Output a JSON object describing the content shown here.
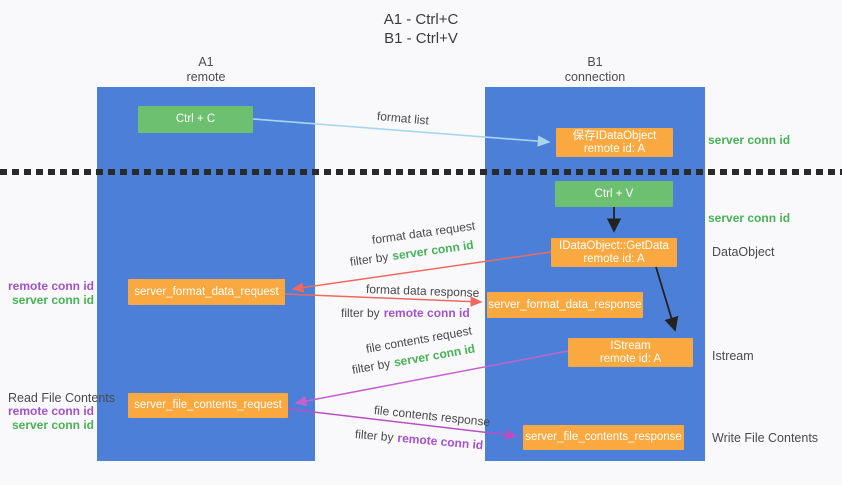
{
  "title": {
    "line1": "A1 - Ctrl+C",
    "line2": "B1 - Ctrl+V"
  },
  "lifelines": {
    "left": {
      "name": "A1",
      "subtitle": "remote"
    },
    "right": {
      "name": "B1",
      "subtitle": "connection"
    }
  },
  "nodes": {
    "ctrl_c": {
      "label": "Ctrl + C"
    },
    "save_idataobject": {
      "line1": "保存IDataObject",
      "line2": "remote id: A"
    },
    "ctrl_v": {
      "label": "Ctrl + V"
    },
    "getdata": {
      "line1": "IDataObject::GetData",
      "line2": "remote id: A"
    },
    "server_format_data_request": {
      "label": "server_format_data_request"
    },
    "server_format_data_response": {
      "label": "server_format_data_response"
    },
    "istream": {
      "line1": "IStream",
      "line2": "remote id: A"
    },
    "server_file_contents_request": {
      "label": "server_file_contents_request"
    },
    "server_file_contents_response": {
      "label": "server_file_contents_response"
    }
  },
  "edge_labels": {
    "format_list": "format list",
    "format_data_request": "format data request",
    "format_data_response": "format data response",
    "file_contents_request": "file contents request",
    "file_contents_response": "file contents response",
    "filter_by": "filter by",
    "server_conn_id": "server conn id",
    "remote_conn_id": "remote conn id"
  },
  "side_labels": {
    "server_conn_id_1": "server conn id",
    "server_conn_id_2": "server conn id",
    "dataobject": "DataObject",
    "istream": "Istream",
    "write_file_contents": "Write File Contents",
    "read_file_contents": "Read File Contents",
    "remote_conn_id": "remote conn id",
    "server_conn_id": "server conn id"
  },
  "colors": {
    "lifeline_blue": "#4c80d8",
    "node_green": "#6ec071",
    "node_orange": "#f9a93f",
    "conn_green": "#47b356",
    "conn_purple": "#a352cc",
    "arrow_blue": "#a9d6ef",
    "arrow_red": "#ee6a5f",
    "arrow_purple": "#c561cf",
    "arrow_magenta": "#bb4ec4",
    "arrow_black": "#222222"
  }
}
